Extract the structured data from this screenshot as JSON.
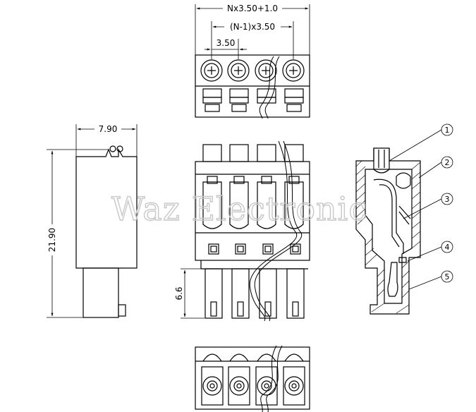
{
  "dimensions": {
    "total_width": "Nx3.50+1.0",
    "pitch_span": "(N-1)x3.50",
    "pitch": "3.50",
    "side_depth": "7.90",
    "total_height": "21.90",
    "pin_height": "6.6"
  },
  "callouts": [
    "1",
    "2",
    "3",
    "4",
    "5"
  ],
  "watermark": "Waz Electronic",
  "colors": {
    "line": "#000000",
    "watermark": "#c8c8c8"
  }
}
